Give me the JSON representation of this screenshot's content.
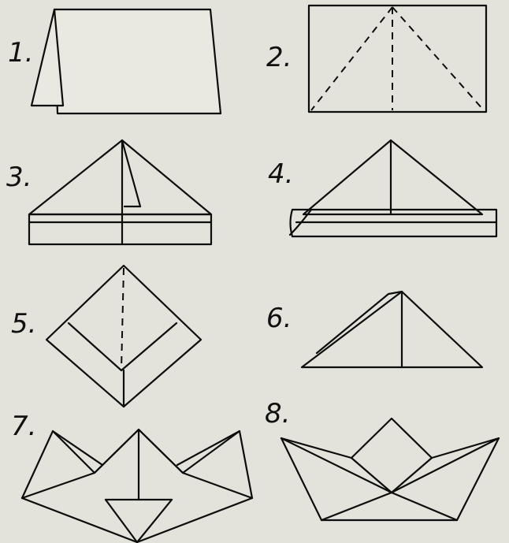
{
  "steps": [
    {
      "label": "1."
    },
    {
      "label": "2."
    },
    {
      "label": "3."
    },
    {
      "label": "4."
    },
    {
      "label": "5."
    },
    {
      "label": "6."
    },
    {
      "label": "7."
    },
    {
      "label": "8."
    }
  ],
  "colors": {
    "paper": "#e3e3dc",
    "ink": "#0d0d0d"
  }
}
